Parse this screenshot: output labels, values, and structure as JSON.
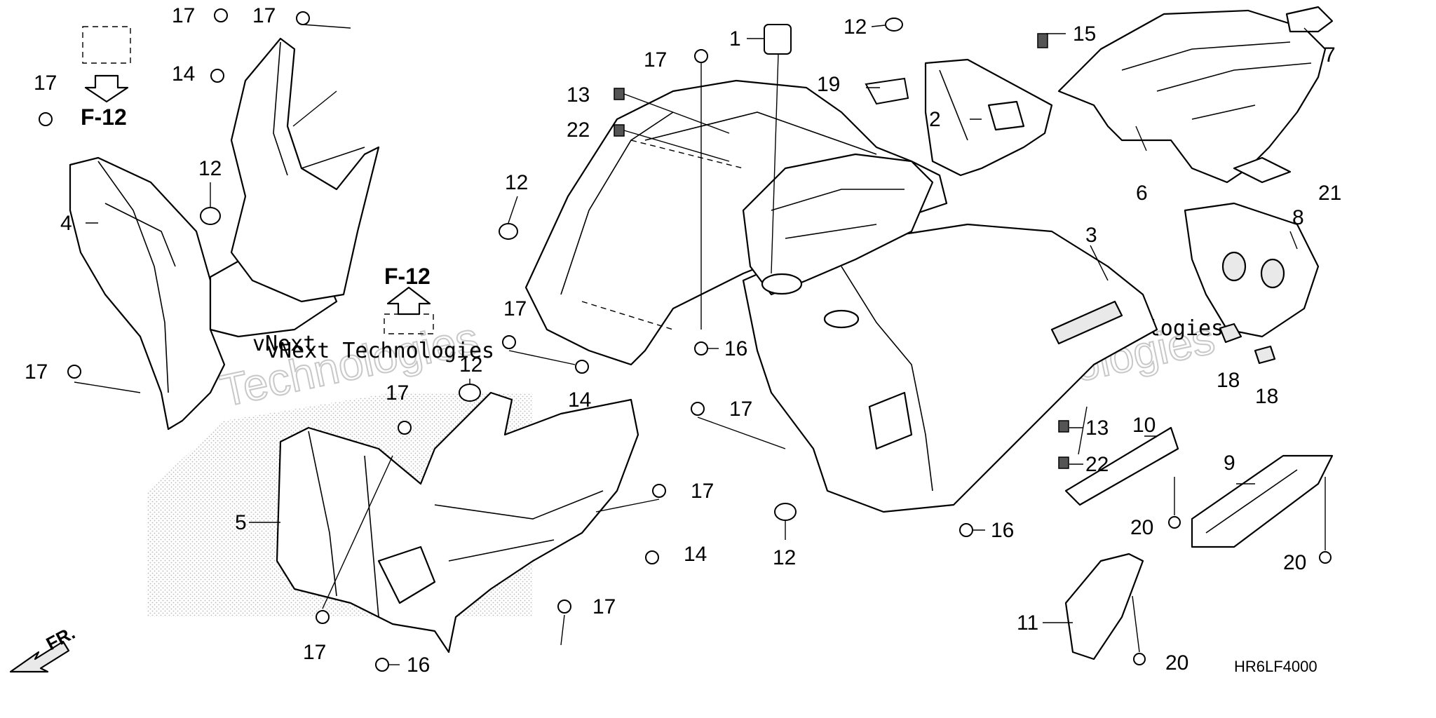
{
  "diagram": {
    "part_labels": [
      {
        "id": "p1",
        "text": "1"
      },
      {
        "id": "p2",
        "text": "2"
      },
      {
        "id": "p3",
        "text": "3"
      },
      {
        "id": "p4",
        "text": "4"
      },
      {
        "id": "p5",
        "text": "5"
      },
      {
        "id": "p6",
        "text": "6"
      },
      {
        "id": "p7",
        "text": "7"
      },
      {
        "id": "p8",
        "text": "8"
      },
      {
        "id": "p9",
        "text": "9"
      },
      {
        "id": "p10",
        "text": "10"
      },
      {
        "id": "p11",
        "text": "11"
      },
      {
        "id": "p12a",
        "text": "12"
      },
      {
        "id": "p12b",
        "text": "12"
      },
      {
        "id": "p12c",
        "text": "12"
      },
      {
        "id": "p12d",
        "text": "12"
      },
      {
        "id": "p12e",
        "text": "12"
      },
      {
        "id": "p13a",
        "text": "13"
      },
      {
        "id": "p13b",
        "text": "13"
      },
      {
        "id": "p14a",
        "text": "14"
      },
      {
        "id": "p14b",
        "text": "14"
      },
      {
        "id": "p14c",
        "text": "14"
      },
      {
        "id": "p15",
        "text": "15"
      },
      {
        "id": "p16a",
        "text": "16"
      },
      {
        "id": "p16b",
        "text": "16"
      },
      {
        "id": "p16c",
        "text": "16"
      },
      {
        "id": "p17a",
        "text": "17"
      },
      {
        "id": "p17b",
        "text": "17"
      },
      {
        "id": "p17c",
        "text": "17"
      },
      {
        "id": "p17d",
        "text": "17"
      },
      {
        "id": "p17e",
        "text": "17"
      },
      {
        "id": "p17f",
        "text": "17"
      },
      {
        "id": "p17g",
        "text": "17"
      },
      {
        "id": "p17h",
        "text": "17"
      },
      {
        "id": "p17i",
        "text": "17"
      },
      {
        "id": "p17j",
        "text": "17"
      },
      {
        "id": "p17k",
        "text": "17"
      },
      {
        "id": "p18a",
        "text": "18"
      },
      {
        "id": "p18b",
        "text": "18"
      },
      {
        "id": "p19",
        "text": "19"
      },
      {
        "id": "p20a",
        "text": "20"
      },
      {
        "id": "p20b",
        "text": "20"
      },
      {
        "id": "p20c",
        "text": "20"
      },
      {
        "id": "p21",
        "text": "21"
      },
      {
        "id": "p22a",
        "text": "22"
      },
      {
        "id": "p22b",
        "text": "22"
      }
    ],
    "ref_a": "F-12",
    "ref_b": "F-12",
    "front_marker": "FR.",
    "diagram_code": "HR6LF4000",
    "watermark_line1": "vNext",
    "watermark_line2": "Technologies",
    "watermark_inline": "vNext Technologies",
    "watermark_big": "Technologies"
  }
}
